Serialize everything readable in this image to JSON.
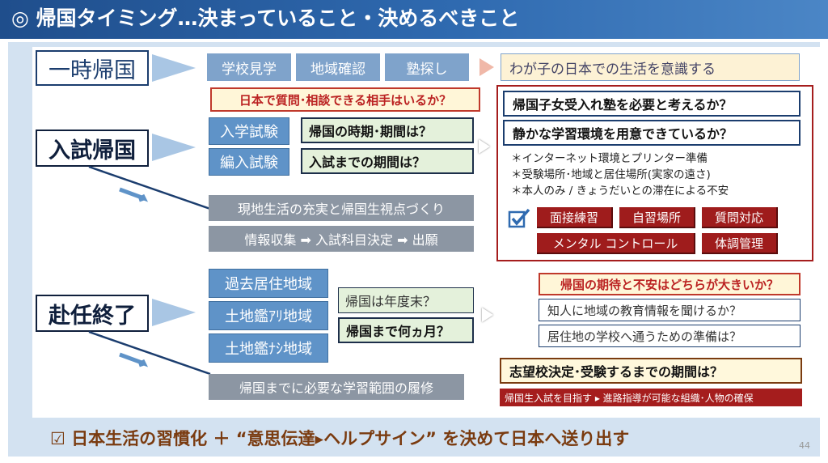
{
  "header": {
    "title": "◎ 帰国タイミング…決まっていること・決めるべきこと"
  },
  "row1": {
    "category": "一時帰国",
    "items": [
      "学校見学",
      "地域確認",
      "塾探し"
    ],
    "result": "わが子の日本での生活を意識する"
  },
  "question_top": "日本で質問･相談できる相手はいるか？",
  "row2": {
    "category": "入試帰国",
    "exams": [
      "入学試験",
      "編入試験"
    ],
    "questions": [
      "帰国の時期･期間は？",
      "入試までの期間は？"
    ],
    "bar1": "現地生活の充実と帰国生視点づくり",
    "bar2": "情報収集 ➡ 入試科目決定 ➡ 出願"
  },
  "red_panel": {
    "q1": "帰国子女受入れ塾を必要と考えるか？",
    "q2": "静かな学習環境を用意できているか？",
    "notes": [
      "＊インターネット環境とプリンター準備",
      "＊受験場所･地域と居住場所(実家の遠さ)",
      "＊本人のみ / きょうだいとの滞在による不安"
    ],
    "checkbox_icon": "check-box-icon",
    "tags": [
      "面接練習",
      "自習場所",
      "質問対応",
      "メンタル コントロール",
      "体調管理"
    ]
  },
  "row3": {
    "category": "赴任終了",
    "areas": [
      "過去居住地域",
      "土地鑑ｱﾘ地域",
      "土地鑑ﾅｼ地域"
    ],
    "questions": [
      "帰国は年度末？",
      "帰国まで何ヵ月？"
    ],
    "bar": "帰国までに必要な学習範囲の履修"
  },
  "right_bottom": {
    "q_main": "帰国の期待と不安はどちらが大きいか？",
    "q2": "知人に地域の教育情報を聞けるか？",
    "q3": "居住地の学校へ通うための準備は？",
    "q4": "志望校決定･受験するまでの期間は？",
    "bar": "帰国生入試を目指す ▸ 進路指導が可能な組織･人物の確保"
  },
  "footer": {
    "text": "☑ 日本生活の習慣化 ＋ “意思伝達▸ヘルプサイン” を決めて日本へ送り出す"
  },
  "page_number": "44",
  "colors": {
    "header": "#2f6ab0",
    "accent_red": "#a51d1d",
    "panel": "#d3e2f1"
  }
}
